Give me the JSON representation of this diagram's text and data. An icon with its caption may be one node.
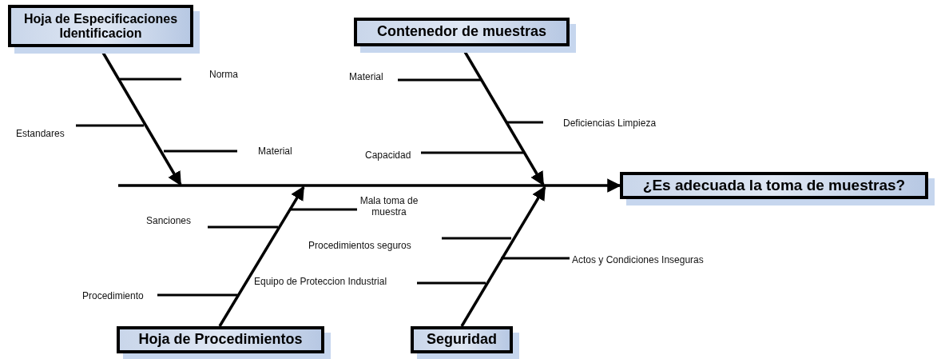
{
  "diagram": {
    "nodes": [
      {
        "text": [
          "Hoja de Especificaciones Identificacion"
        ]
      },
      {
        "text": [
          "Contenedor de muestras"
        ]
      },
      {
        "text": [
          "¿Es adecuada la toma de muestras?"
        ]
      },
      {
        "text": [
          "Hoja de Procedimientos"
        ]
      },
      {
        "text": [
          "Seguridad"
        ]
      }
    ],
    "edges": [
      {
        "from": null,
        "to": 2,
        "arrow": "to"
      },
      {
        "from": 0,
        "to": null,
        "arrow": "to"
      },
      {
        "from": 1,
        "to": null,
        "arrow": "to"
      },
      {
        "from": 3,
        "to": null,
        "arrow": "to"
      },
      {
        "from": 4,
        "to": null,
        "arrow": "to"
      }
    ],
    "labels": [
      "Norma",
      "Estandares",
      "Material",
      "Material",
      "Deficiencias Limpieza",
      "Capacidad",
      "Mala toma de muestra",
      "Sanciones",
      "Procedimientos seguros",
      "Actos y Condiciones Inseguras",
      "Equipo de Proteccion Industrial",
      "Procedimiento"
    ]
  }
}
